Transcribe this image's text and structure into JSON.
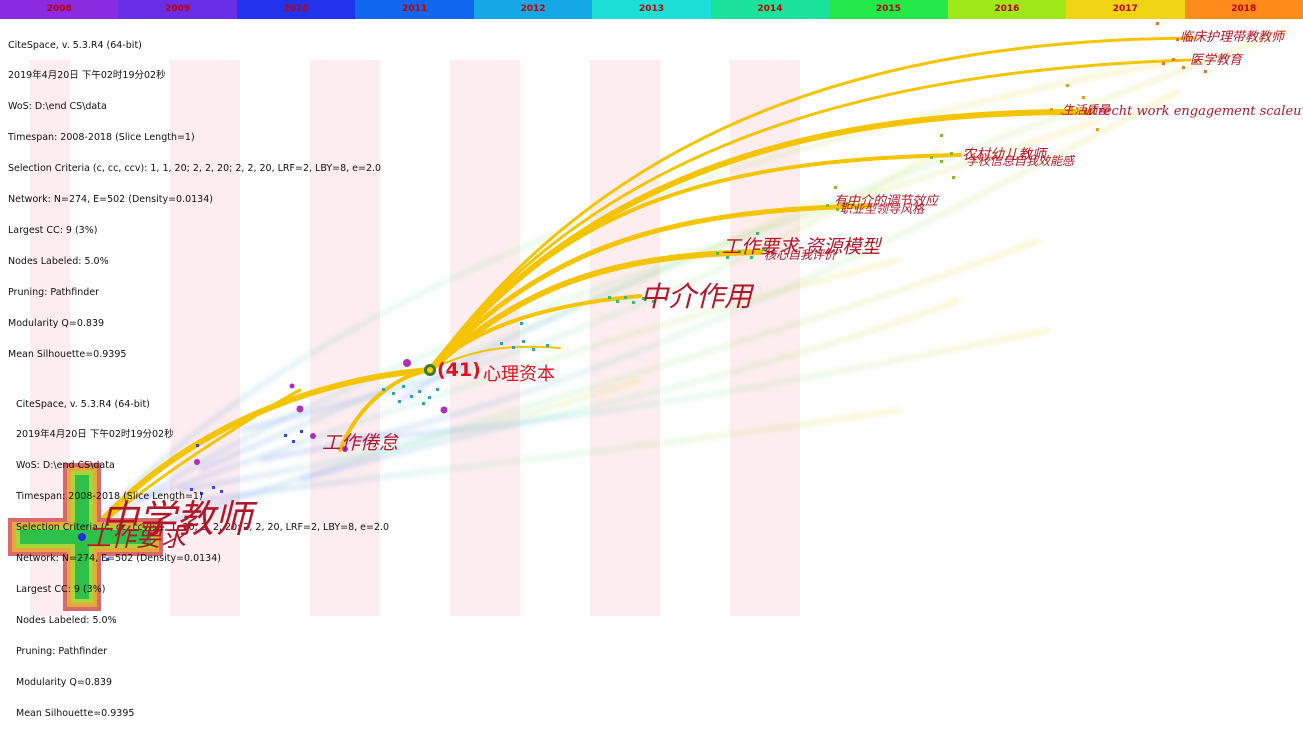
{
  "timeline": {
    "years": [
      "2008",
      "2009",
      "2010",
      "2011",
      "2012",
      "2013",
      "2014",
      "2015",
      "2016",
      "2017",
      "2018"
    ],
    "colors": [
      "#8a2be2",
      "#6a2ee8",
      "#2233ee",
      "#1166ee",
      "#14a8e8",
      "#1ce0d8",
      "#19e39a",
      "#22e84a",
      "#7ee81a",
      "#d8ec14",
      "#ffc812"
    ],
    "last_color": "#ff8c1a"
  },
  "info_top": [
    "CiteSpace, v. 5.3.R4 (64-bit)",
    "2019年4月20日 下午02时19分02秒",
    "WoS: D:\\end CS\\data",
    "Timespan: 2008-2018 (Slice Length=1)",
    "Selection Criteria (c, cc, ccv): 1, 1, 20; 2, 2, 20; 2, 2, 20, LRF=2, LBY=8, e=2.0",
    "Network: N=274, E=502 (Density=0.0134)",
    "Largest CC: 9 (3%)",
    "Nodes Labeled: 5.0%",
    "Pruning: Pathfinder",
    "Modularity Q=0.839",
    "Mean Silhouette=0.9395"
  ],
  "info_bottom": [
    "CiteSpace, v. 5.3.R4 (64-bit)",
    "2019年4月20日 下午02时19分02秒",
    "WoS: D:\\end CS\\data",
    "Timespan: 2008-2018 (Slice Length=1)",
    "Selection Criteria (c, cc, ccv): 1, 1, 20; 2, 2, 20; 2, 2, 20, LRF=2, LBY=8, e=2.0",
    "Network: N=274, E=502 (Density=0.0134)",
    "Largest CC: 9 (3%)",
    "Nodes Labeled: 5.0%",
    "Pruning: Pathfinder",
    "Modularity Q=0.839",
    "Mean Silhouette=0.9395"
  ],
  "labels": {
    "zhongxue": "中学教师",
    "gongzuoyaoqiu": "工作要求",
    "juandai": "工作倦怠",
    "xinli_count": "(41)",
    "xinli": "心理资本",
    "zhongjie": "中介作用",
    "gongzuo_yaoqiu_ziyuan": "工作要求-资源模型",
    "hexin": "核心自我评价",
    "zhongjie2": "有中介的调节效应",
    "zhiye": "职业型领导风格",
    "nongcun": "农村幼儿教师",
    "xuexiao": "学校信息自我效能感",
    "shenghuo": "生活质量",
    "utrecht": "utrecht work engagement scaleuwe",
    "yixue": "医学教育",
    "linchuang": "临床护理带教教师"
  },
  "accent": {
    "main_edge": "#f5c400",
    "label_red": "#b0182a",
    "hub": "#1a9a2a"
  }
}
